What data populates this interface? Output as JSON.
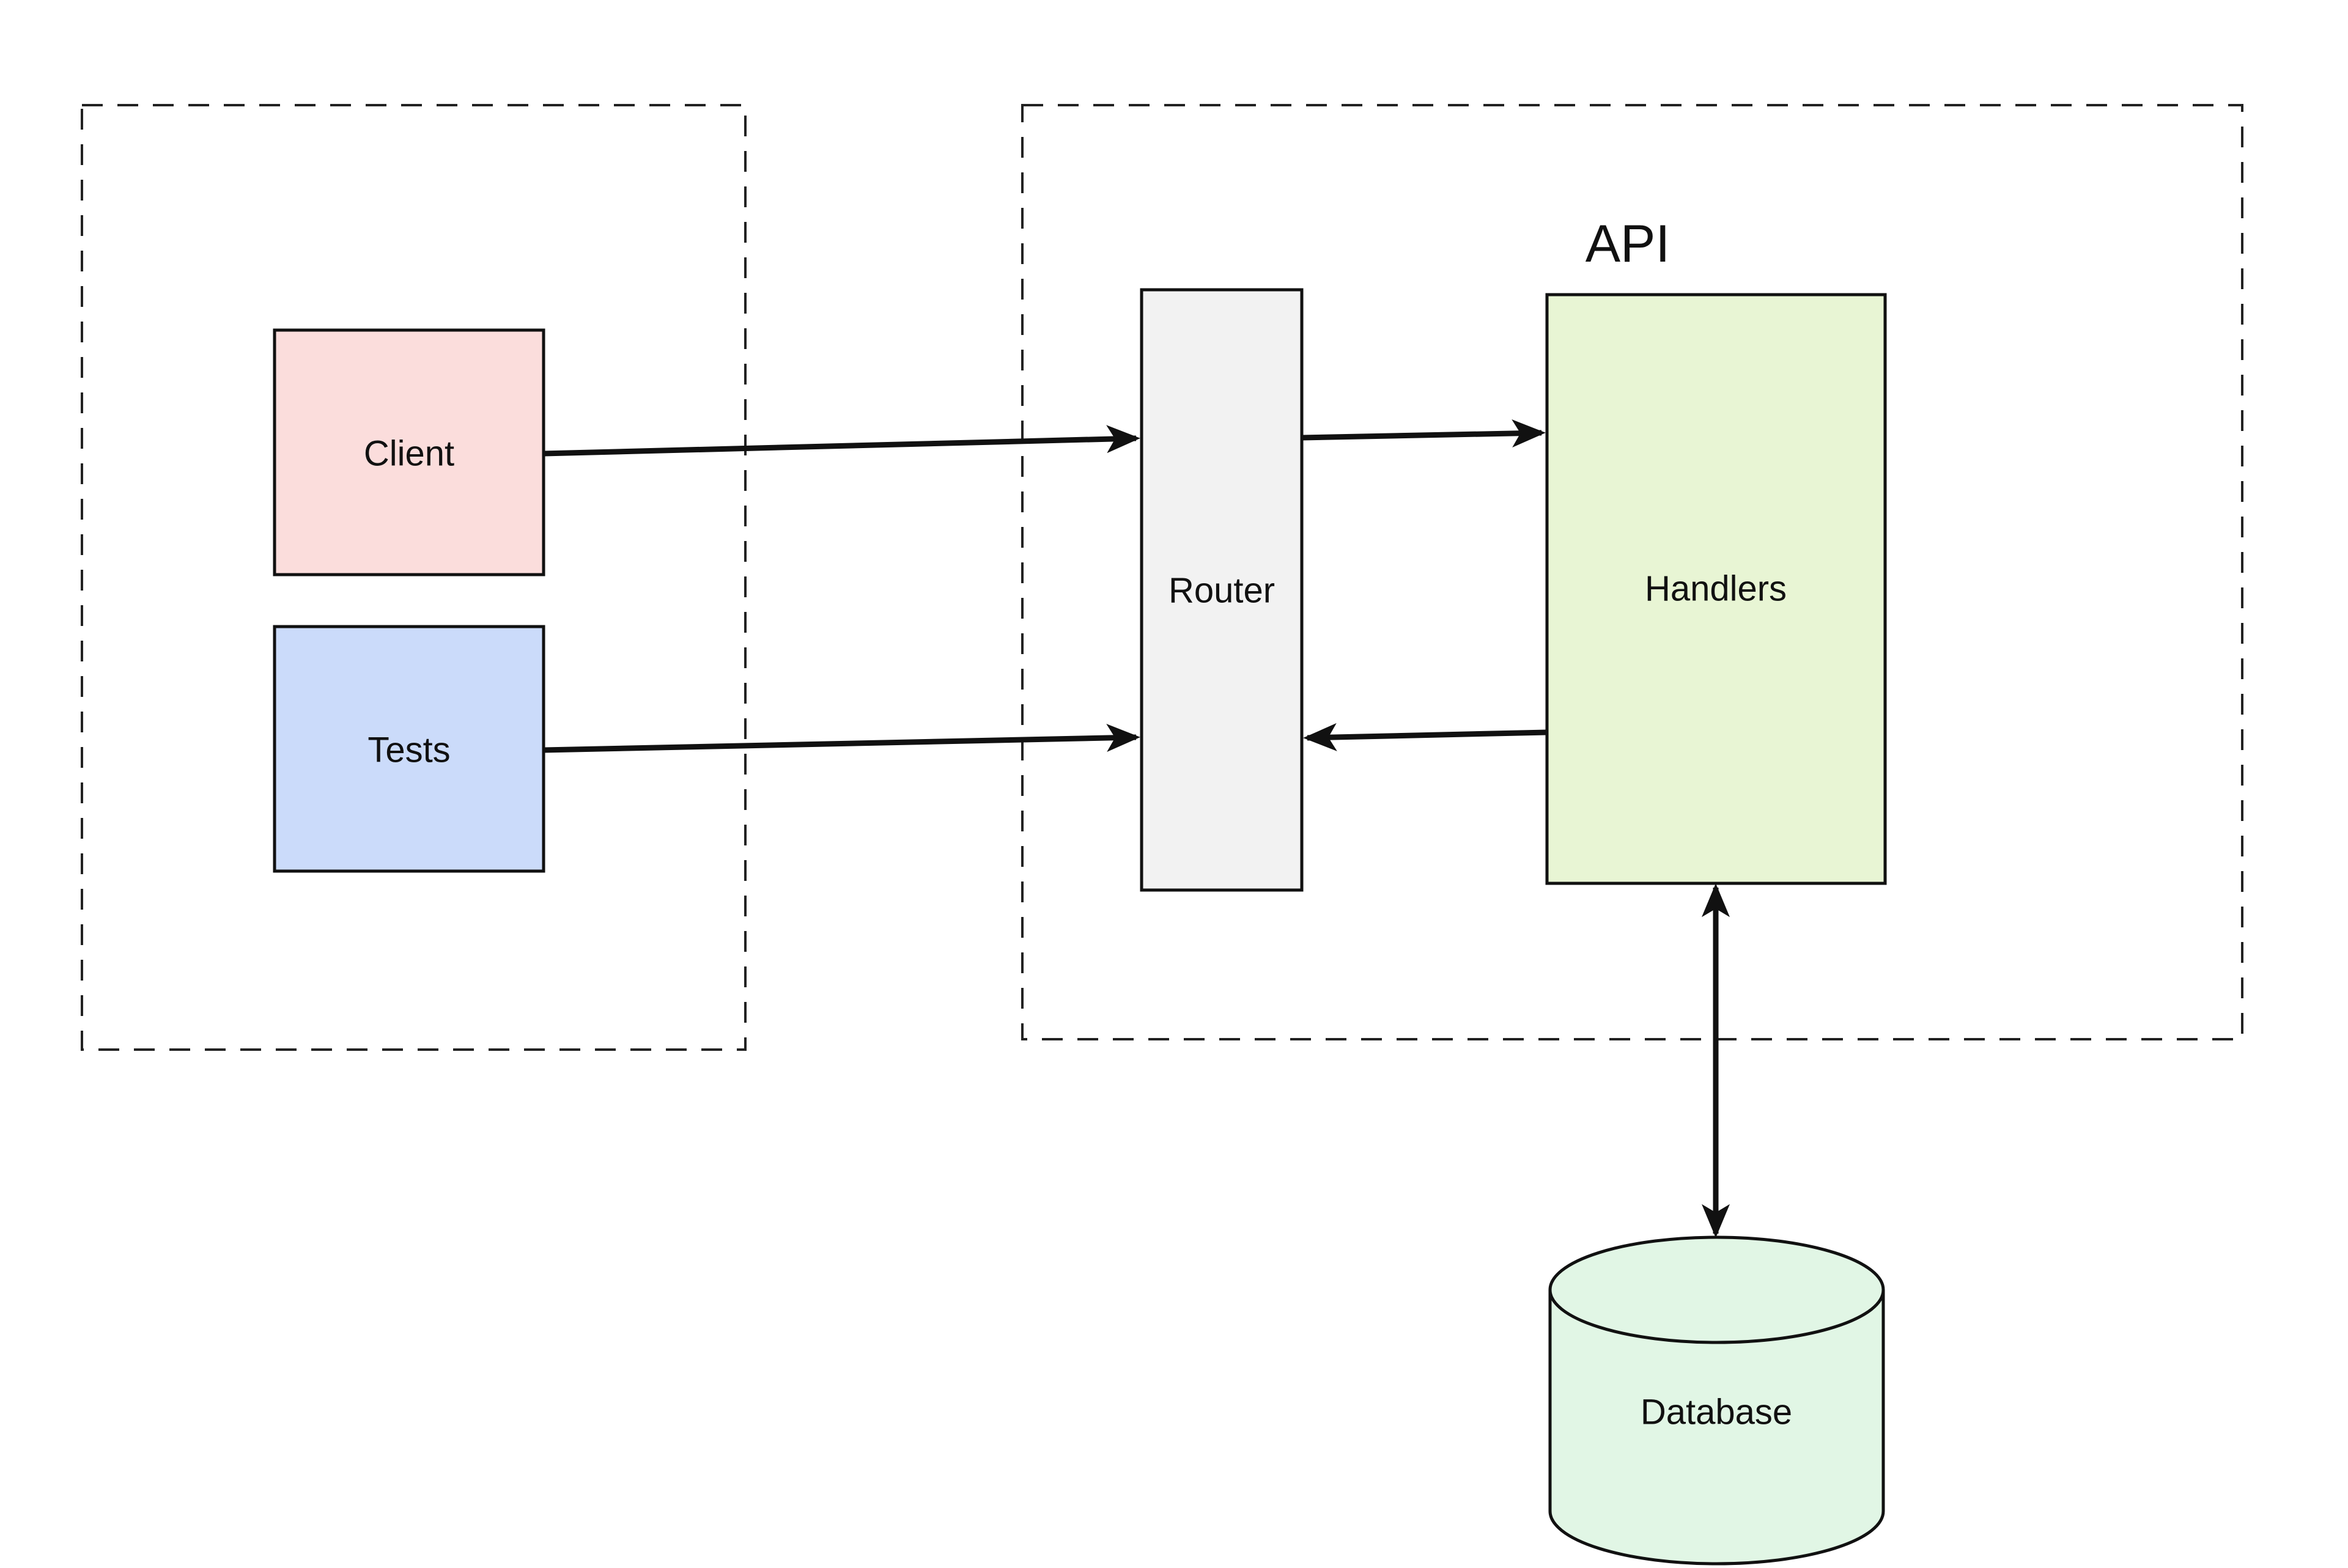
{
  "diagram": {
    "type": "architecture-flow-diagram",
    "background": "#ffffff",
    "line_color": "#111111",
    "dash_color": "#222222",
    "groups": {
      "api": {
        "label": "API"
      }
    },
    "nodes": {
      "client": {
        "label": "Client",
        "fill": "#fbdddc",
        "shape": "rect"
      },
      "tests": {
        "label": "Tests",
        "fill": "#cbdbfa",
        "shape": "rect"
      },
      "router": {
        "label": "Router",
        "fill": "#f2f2f2",
        "shape": "rect"
      },
      "handlers": {
        "label": "Handlers",
        "fill": "#e8f5d4",
        "shape": "rect"
      },
      "database": {
        "label": "Database",
        "fill": "#e1f6e5",
        "shape": "cylinder"
      }
    },
    "edges": [
      {
        "from": "client",
        "to": "router",
        "arrow": "end"
      },
      {
        "from": "tests",
        "to": "router",
        "arrow": "end"
      },
      {
        "from": "router",
        "to": "handlers",
        "arrow": "end"
      },
      {
        "from": "handlers",
        "to": "router",
        "arrow": "end"
      },
      {
        "from": "handlers",
        "to": "database",
        "arrow": "both"
      }
    ]
  }
}
